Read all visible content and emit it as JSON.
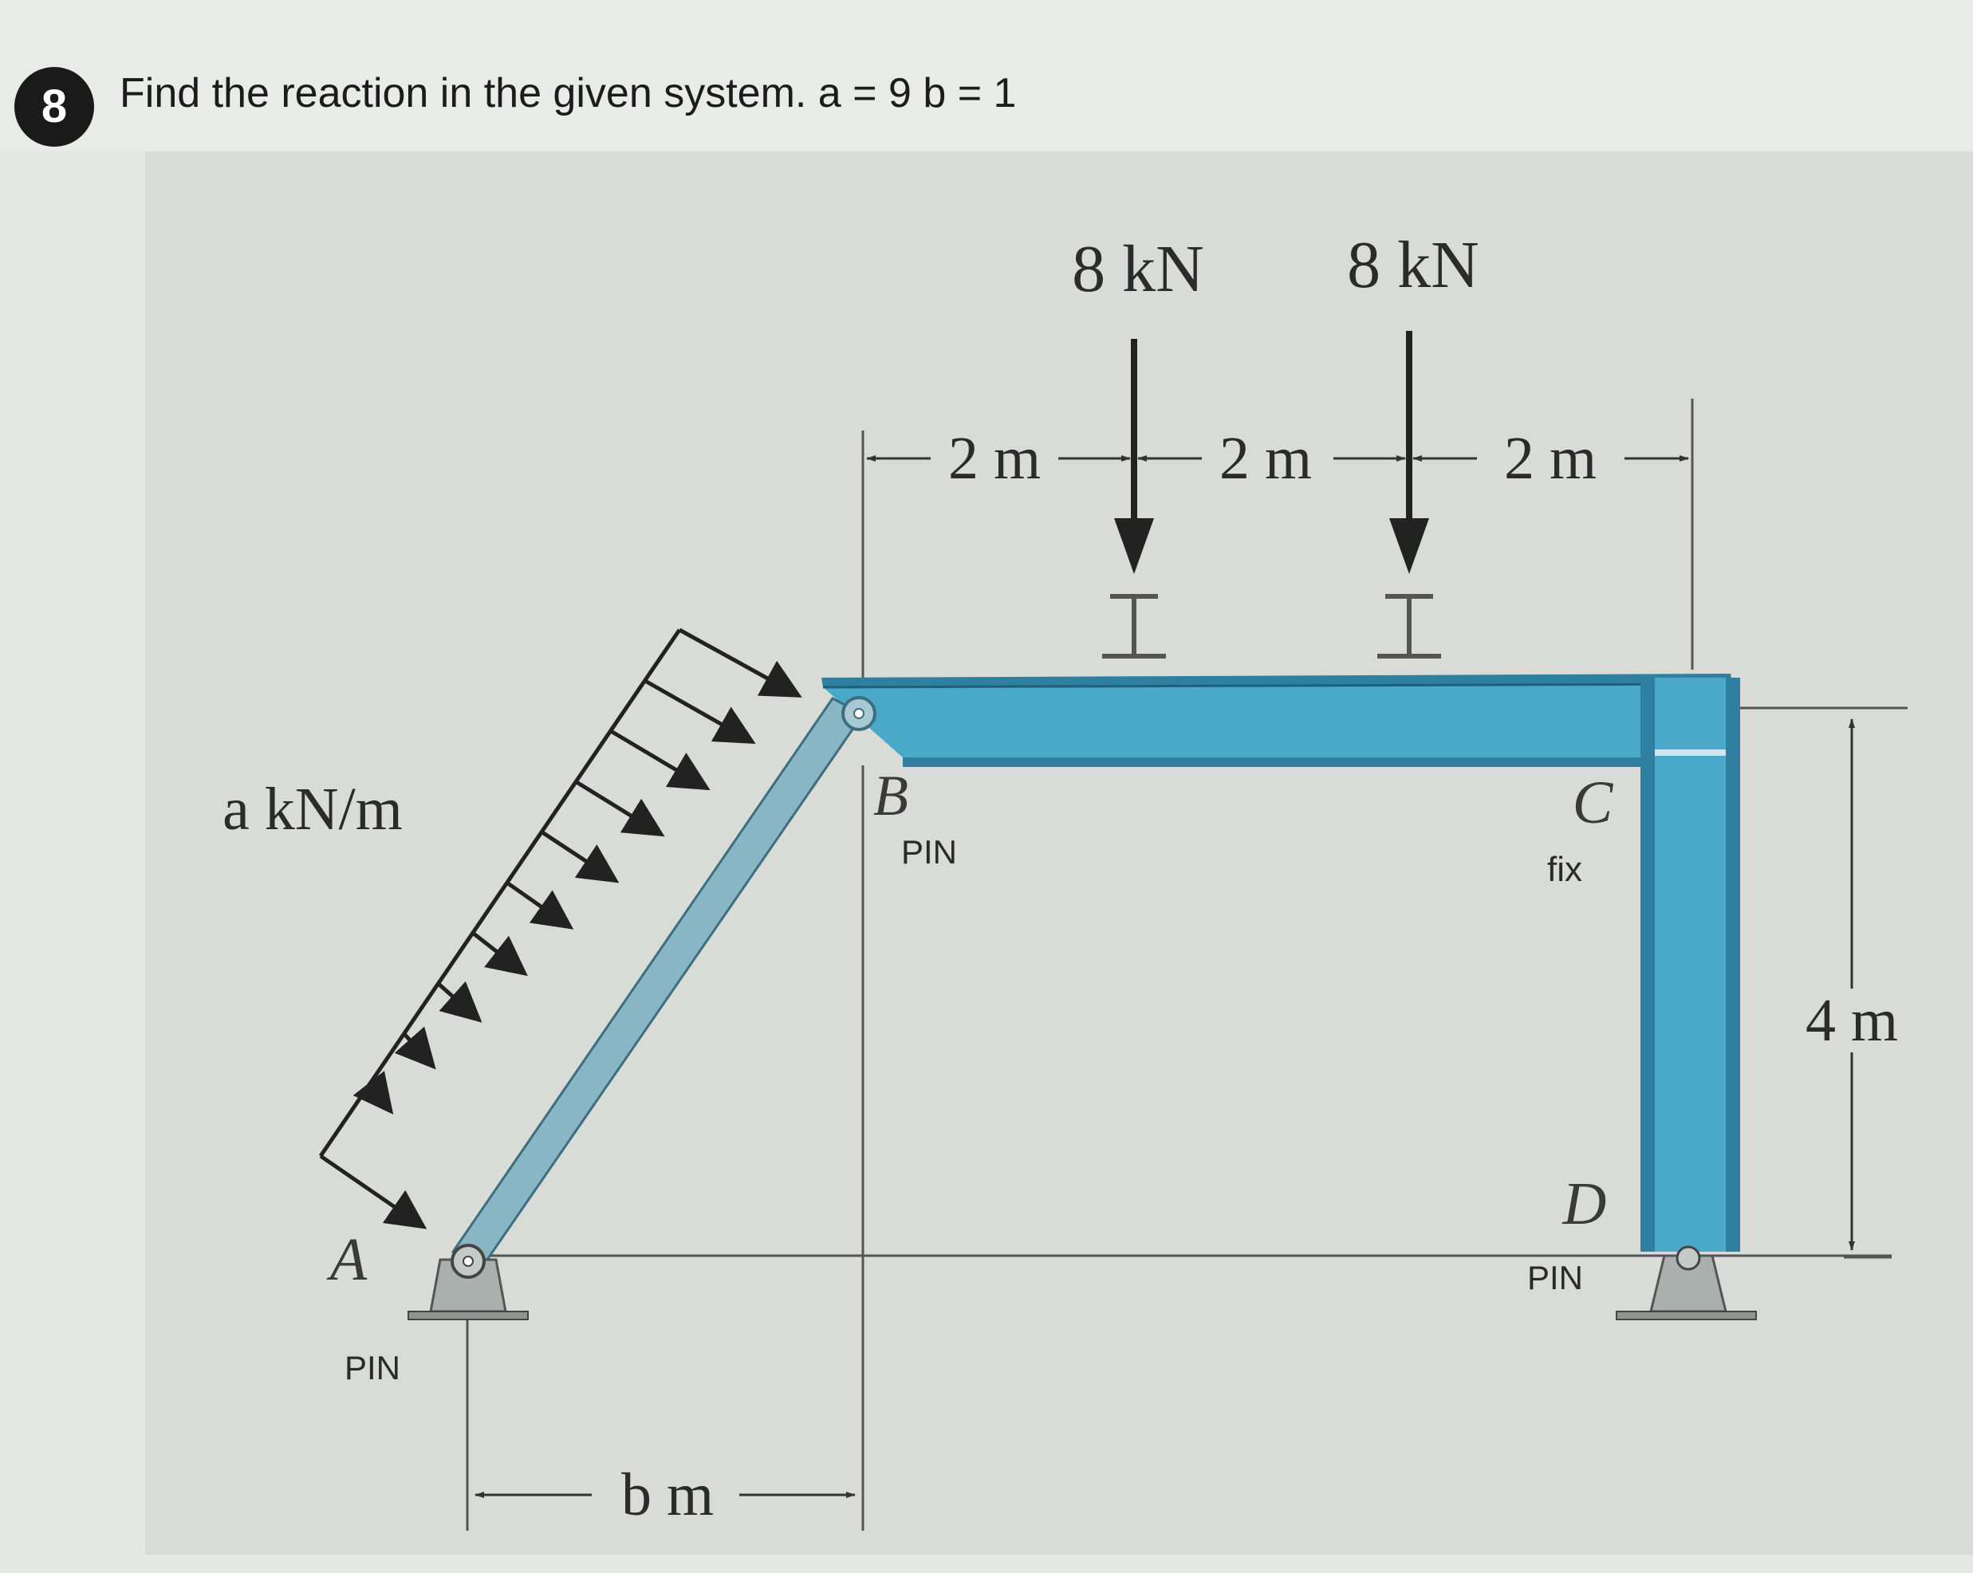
{
  "question": {
    "number": "8",
    "text": "Find the reaction in the given system. a = 9 b = 1"
  },
  "diagram": {
    "loads": [
      {
        "label": "8 kN"
      },
      {
        "label": "8 kN"
      }
    ],
    "dimensions": {
      "top_spans": [
        "2 m",
        "2 m",
        "2 m"
      ],
      "height": "4 m",
      "base": "b m"
    },
    "distributed_load": "a kN/m",
    "points": {
      "A": {
        "name": "A",
        "support": "PIN"
      },
      "B": {
        "name": "B",
        "support": "PIN"
      },
      "C": {
        "name": "C",
        "support": "fix"
      },
      "D": {
        "name": "D",
        "support": "PIN"
      }
    },
    "colors": {
      "member": "#4aa8c8",
      "member_dark": "#2f7fa0",
      "strut": "#88b6c4",
      "support": "#a9b0ae",
      "ink": "#222222"
    }
  }
}
